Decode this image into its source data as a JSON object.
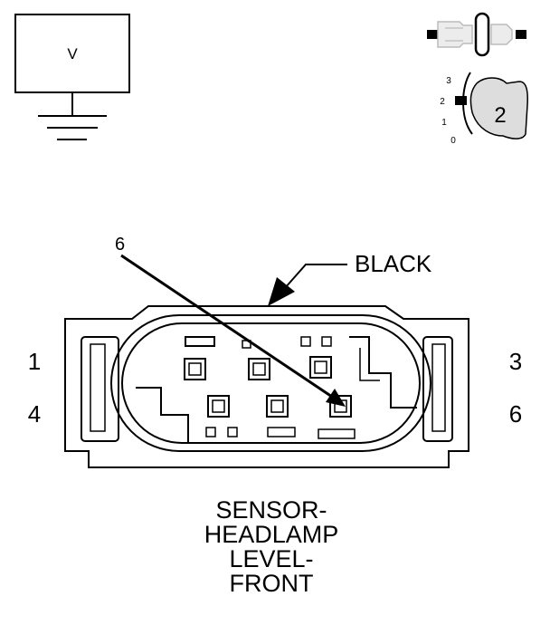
{
  "meter": {
    "symbol": "V"
  },
  "ignition": {
    "positions": [
      "3",
      "2",
      "1",
      "0"
    ],
    "selected": "2"
  },
  "connector": {
    "color_label": "BLACK",
    "probe_pin": "6",
    "pins_left": [
      "1",
      "4"
    ],
    "pins_right": [
      "3",
      "6"
    ]
  },
  "caption": {
    "lines": [
      "SENSOR-",
      "HEADLAMP",
      "LEVEL-",
      "FRONT"
    ]
  },
  "colors": {
    "line": "#000000",
    "background": "#ffffff",
    "key_fill": "#dddddd"
  }
}
